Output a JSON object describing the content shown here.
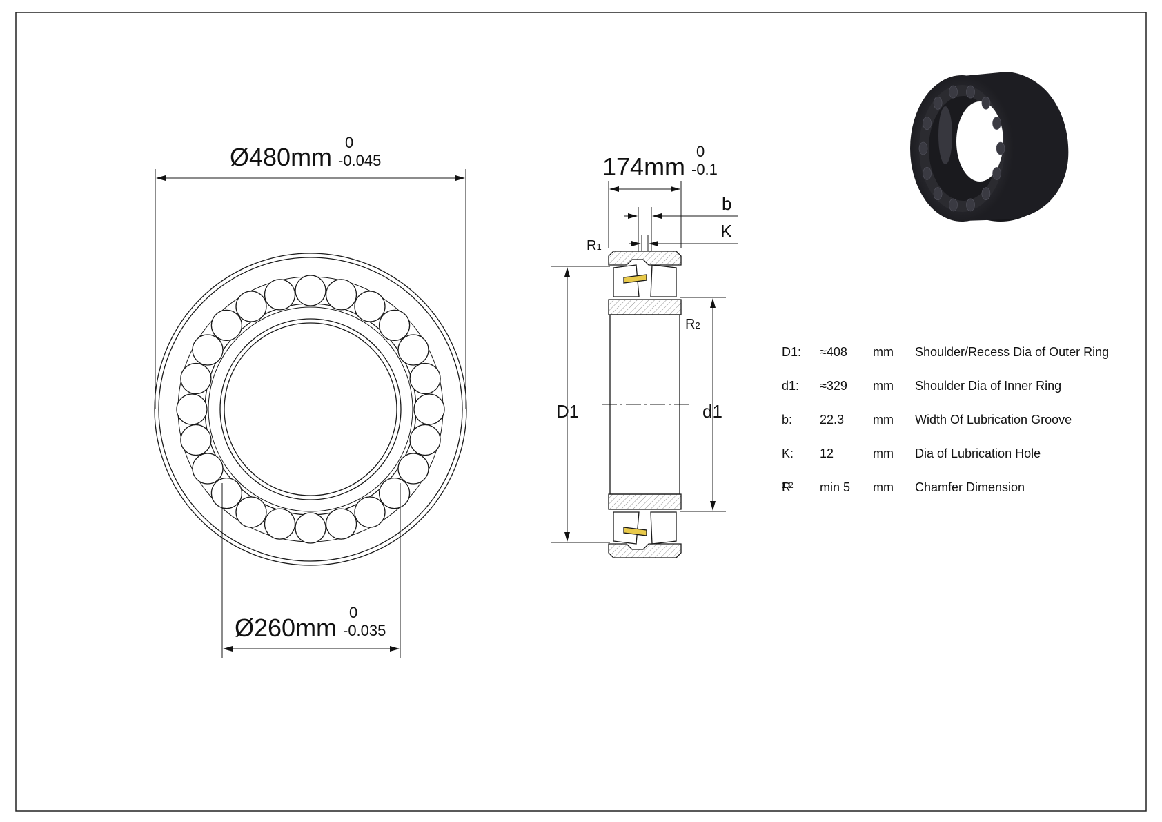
{
  "drawing": {
    "outer_diameter": {
      "main": "Ø480mm",
      "upper_tol": "0",
      "lower_tol": "-0.045"
    },
    "bore_diameter": {
      "main": "Ø260mm",
      "upper_tol": "0",
      "lower_tol": "-0.035"
    },
    "width": {
      "main": "174mm",
      "upper_tol": "0",
      "lower_tol": "-0.1"
    },
    "labels": {
      "b": "b",
      "K": "K",
      "R1_base": "R",
      "R1_sub": "1",
      "R2_base": "R",
      "R2_sub": "2",
      "D1": "D1",
      "d1": "d1"
    },
    "ring_fill_color": "#ffffff",
    "cage_color": "#e8c94a",
    "line_color": "#1a1a1a"
  },
  "specs": [
    {
      "symbol": "D1:",
      "value": "≈408",
      "unit": "mm",
      "description": "Shoulder/Recess Dia of  Outer Ring"
    },
    {
      "symbol": "d1:",
      "value": "≈329",
      "unit": "mm",
      "description": "Shoulder Dia of Inner Ring"
    },
    {
      "symbol": "b:",
      "value": "22.3",
      "unit": "mm",
      "description": "Width Of Lubrication Groove"
    },
    {
      "symbol": "K:",
      "value": "12",
      "unit": "mm",
      "description": "Dia of Lubrication Hole"
    },
    {
      "symbol_base": "R",
      "symbol_sub": "1,2",
      "symbol_suffix": ":",
      "value": "min 5",
      "unit": "mm",
      "description": "Chamfer Dimension"
    }
  ]
}
